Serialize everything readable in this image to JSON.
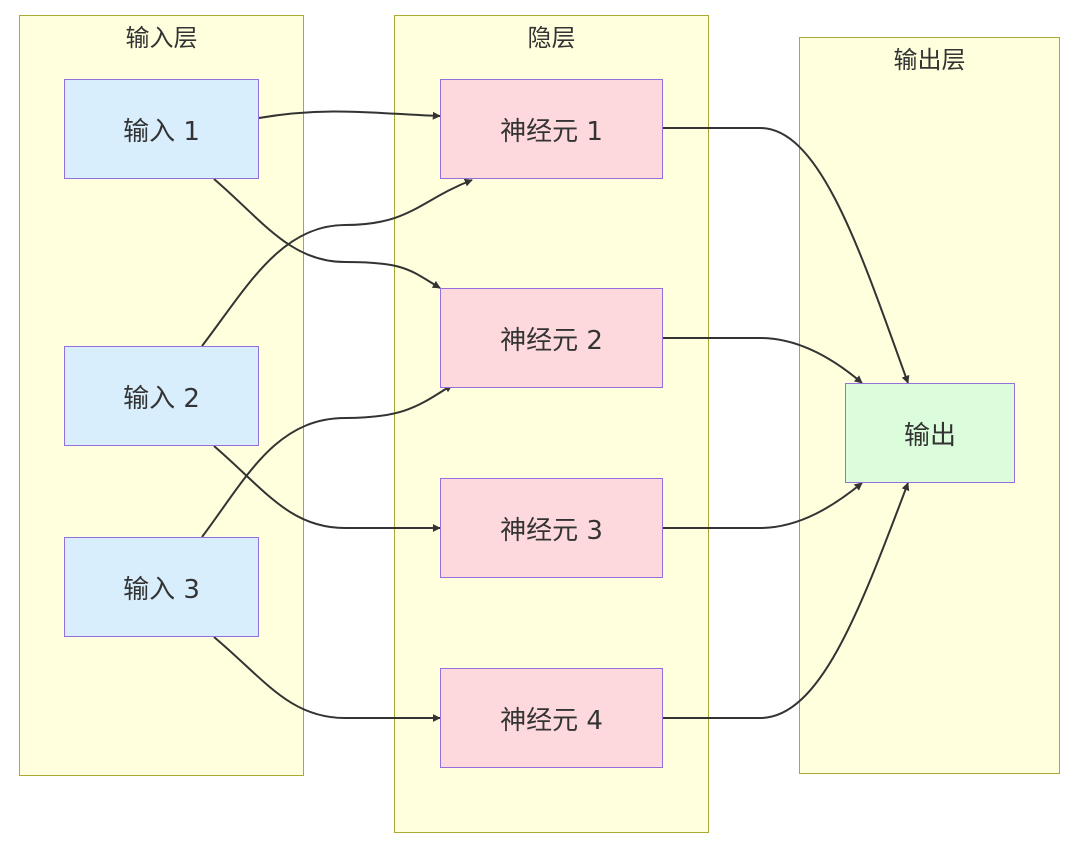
{
  "clusters": {
    "input_layer": "输入层",
    "hidden_layer": "隐层",
    "output_layer": "输出层"
  },
  "nodes": {
    "input_1": "输入 1",
    "input_2": "输入 2",
    "input_3": "输入 3",
    "neuron_1": "神经元 1",
    "neuron_2": "神经元 2",
    "neuron_3": "神经元 3",
    "neuron_4": "神经元 4",
    "output": "输出"
  },
  "edges": [
    {
      "from": "input_1",
      "to": "neuron_1"
    },
    {
      "from": "input_1",
      "to": "neuron_2"
    },
    {
      "from": "input_2",
      "to": "neuron_1"
    },
    {
      "from": "input_2",
      "to": "neuron_3"
    },
    {
      "from": "input_3",
      "to": "neuron_2"
    },
    {
      "from": "input_3",
      "to": "neuron_4"
    },
    {
      "from": "neuron_1",
      "to": "output"
    },
    {
      "from": "neuron_2",
      "to": "output"
    },
    {
      "from": "neuron_3",
      "to": "output"
    },
    {
      "from": "neuron_4",
      "to": "output"
    }
  ],
  "colors": {
    "cluster_fill": "#ffffde",
    "cluster_border": "#aaaa33",
    "node_border": "#9370db",
    "input_fill": "#d9eefd",
    "hidden_fill": "#fdd9dd",
    "output_fill": "#dcfddc",
    "edge": "#333333"
  }
}
